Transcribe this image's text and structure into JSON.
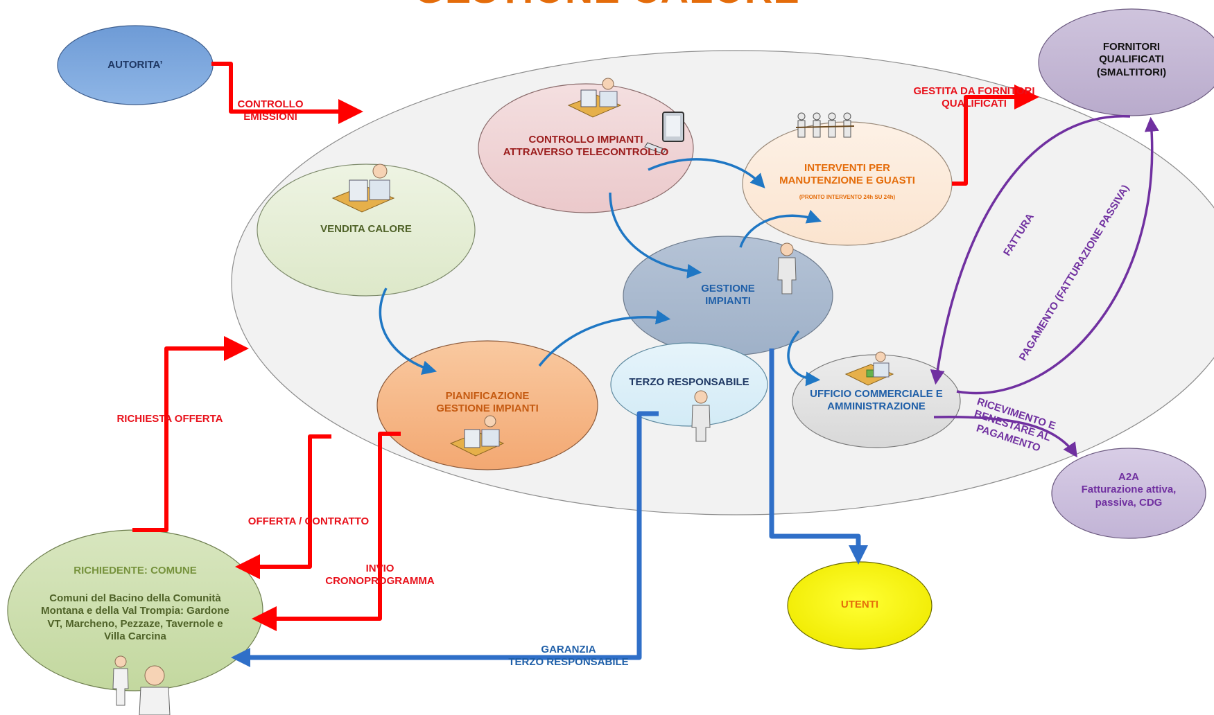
{
  "diagram": {
    "title": "GESTIONE CALORE",
    "nodes": {
      "autorita": "AUTORITA’",
      "fornitori": [
        "FORNITORI",
        "QUALIFICATI",
        "(SMALTITORI)"
      ],
      "controllo_impianti": [
        "CONTROLLO IMPIANTI",
        "ATTRAVERSO TELECONTROLLO"
      ],
      "interventi": [
        "INTERVENTI PER",
        "MANUTENZIONE E GUASTI"
      ],
      "interventi_note": "(PRONTO INTERVENTO 24h SU 24h)",
      "vendita_calore": "VENDITA CALORE",
      "gestione_impianti": [
        "GESTIONE",
        "IMPIANTI"
      ],
      "pianificazione": [
        "PIANIFICAZIONE",
        "GESTIONE IMPIANTI"
      ],
      "terzo_responsabile": "TERZO RESPONSABILE",
      "ufficio": [
        "UFFICIO COMMERCIALE E",
        "AMMINISTRAZIONE"
      ],
      "a2a": [
        "A2A",
        "Fatturazione attiva,",
        "passiva, CDG"
      ],
      "utenti": "UTENTI",
      "richiedente_title": "RICHIEDENTE: COMUNE",
      "richiedente_body": [
        "Comuni del Bacino della Comunità",
        "Montana e della Val Trompia: Gardone",
        "VT, Marcheno, Pezzaze, Tavernole e",
        "Villa Carcina"
      ]
    },
    "edge_labels": {
      "controllo_emissioni": [
        "CONTROLLO",
        "EMISSIONI"
      ],
      "gestita_da_fornitori": [
        "GESTITA DA FORNITORI",
        "QUALIFICATI"
      ],
      "fattura": "FATTURA",
      "pagamento": "PAGAMENTO (FATTURAZIONE PASSIVA)",
      "ricevimento": [
        "RICEVIMENTO E",
        "BENESTARE AL",
        "PAGAMENTO"
      ],
      "richiesta_offerta": "RICHIESTA OFFERTA",
      "offerta_contratto": "OFFERTA / CONTRATTO",
      "invio_cronoprogramma": [
        "INVIO",
        "CRONOPROGRAMMA"
      ],
      "garanzia": [
        "GARANZIA",
        "TERZO RESPONSABILE"
      ]
    },
    "icons": [
      "person-at-desk-icon",
      "computer-monitor-icon",
      "team-pulling-rope-icon",
      "standing-person-icon"
    ],
    "colors": {
      "title": "#e46c0a",
      "red_flow": "#ff0000",
      "blue_flow": "#1f6fc0",
      "purple_flow": "#7030a0",
      "internal_arrow": "#1f77c4"
    }
  }
}
